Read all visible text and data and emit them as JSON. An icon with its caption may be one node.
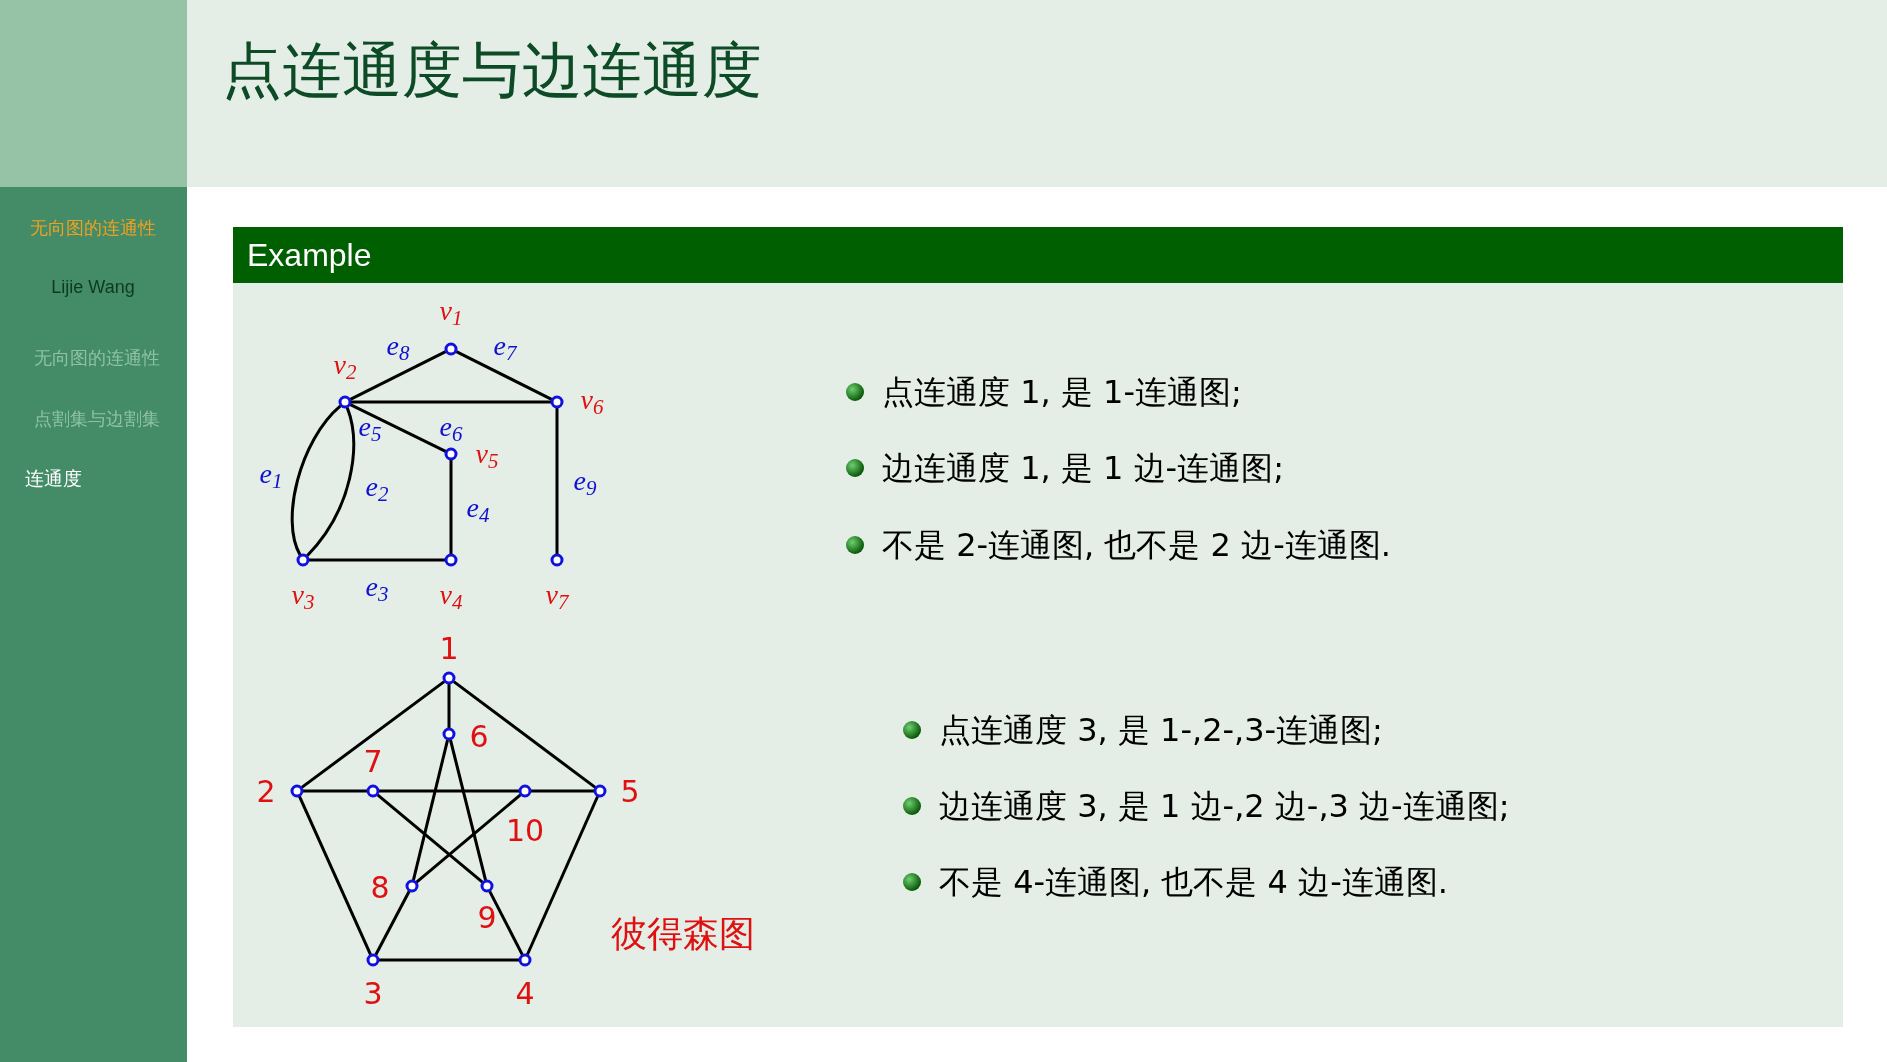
{
  "diagram": {
    "title": "点连通度与边连通度",
    "nodes": [
      {
        "text": [
          "Example"
        ]
      },
      {
        "text": [],
        "shape": "circle",
        "in": 0,
        "beside": [
          "v$_{1}$"
        ]
      },
      {
        "text": [],
        "shape": "circle",
        "in": 0,
        "beside": [
          "v$_{2}$"
        ]
      },
      {
        "text": [],
        "shape": "circle",
        "in": 0,
        "beside": [
          "v$_{3}$"
        ]
      },
      {
        "text": [],
        "shape": "circle",
        "in": 0,
        "beside": [
          "v$_{4}$"
        ]
      },
      {
        "text": [],
        "shape": "circle",
        "in": 0,
        "beside": [
          "v$_{5}$"
        ]
      },
      {
        "text": [],
        "shape": "circle",
        "in": 0,
        "beside": [
          "v$_{6}$"
        ]
      },
      {
        "text": [],
        "shape": "circle",
        "in": 0,
        "beside": [
          "v$_{7}$"
        ]
      },
      {
        "text": [],
        "shape": "circle",
        "in": 0,
        "beside": [
          "1"
        ]
      },
      {
        "text": [],
        "shape": "circle",
        "in": 0,
        "beside": [
          "2"
        ]
      },
      {
        "text": [],
        "shape": "circle",
        "in": 0,
        "beside": [
          "3"
        ]
      },
      {
        "text": [],
        "shape": "circle",
        "in": 0,
        "beside": [
          "4"
        ]
      },
      {
        "text": [],
        "shape": "circle",
        "in": 0,
        "beside": [
          "5"
        ]
      },
      {
        "text": [],
        "shape": "circle",
        "in": 0,
        "beside": [
          "6"
        ]
      },
      {
        "text": [],
        "shape": "circle",
        "in": 0,
        "beside": [
          "7"
        ]
      },
      {
        "text": [],
        "shape": "circle",
        "in": 0,
        "beside": [
          "8"
        ]
      },
      {
        "text": [],
        "shape": "circle",
        "in": 0,
        "beside": [
          "9"
        ]
      },
      {
        "text": [],
        "shape": "circle",
        "in": 0,
        "beside": [
          "10"
        ]
      }
    ],
    "edges": [
      {
        "from": 2,
        "to": 3,
        "arrow": "none",
        "label": "e$_{1}$"
      },
      {
        "from": 2,
        "to": 3,
        "arrow": "none",
        "label": "e$_{2}$"
      },
      {
        "from": 3,
        "to": 4,
        "arrow": "none",
        "label": "e$_{3}$"
      },
      {
        "from": 5,
        "to": 4,
        "arrow": "none",
        "label": "e$_{4}$"
      },
      {
        "from": 2,
        "to": 5,
        "arrow": "none",
        "label": "e$_{5}$"
      },
      {
        "from": 2,
        "to": 6,
        "arrow": "none",
        "label": "e$_{6}$"
      },
      {
        "from": 1,
        "to": 6,
        "arrow": "none",
        "label": "e$_{7}$"
      },
      {
        "from": 2,
        "to": 1,
        "arrow": "none",
        "label": "e$_{8}$"
      },
      {
        "from": 6,
        "to": 7,
        "arrow": "none",
        "label": "e$_{9}$"
      },
      {
        "from": 8,
        "to": 9,
        "arrow": "none"
      },
      {
        "from": 9,
        "to": 10,
        "arrow": "none"
      },
      {
        "from": 10,
        "to": 11,
        "arrow": "none"
      },
      {
        "from": 11,
        "to": 12,
        "arrow": "none"
      },
      {
        "from": 12,
        "to": 8,
        "arrow": "none"
      },
      {
        "from": 8,
        "to": 13,
        "arrow": "none"
      },
      {
        "from": 9,
        "to": 14,
        "arrow": "none"
      },
      {
        "from": 10,
        "to": 15,
        "arrow": "none"
      },
      {
        "from": 11,
        "to": 16,
        "arrow": "none"
      },
      {
        "from": 12,
        "to": 17,
        "arrow": "none"
      },
      {
        "from": 13,
        "to": 15,
        "arrow": "none"
      },
      {
        "from": 13,
        "to": 16,
        "arrow": "none"
      },
      {
        "from": 14,
        "to": 17,
        "arrow": "none"
      },
      {
        "from": 14,
        "to": 16,
        "arrow": "none"
      },
      {
        "from": 15,
        "to": 17,
        "arrow": "none"
      }
    ],
    "labels": [
      "无向图的连通性",
      "Lijie Wang",
      "无向图的连通性",
      "点割集与边割集",
      "连通度",
      "点连通度 1, 是 1-连通图;",
      "边连通度 1, 是 1 边-连通图;",
      "不是 2-连通图, 也不是 2 边-连通图.",
      "点连通度 3, 是 1-,2-,3-连通图;",
      "边连通度 3, 是 1 边-,2 边-,3 边-连通图;",
      "不是 4-连通图, 也不是 4 边-连通图.",
      "彼得森图"
    ]
  }
}
